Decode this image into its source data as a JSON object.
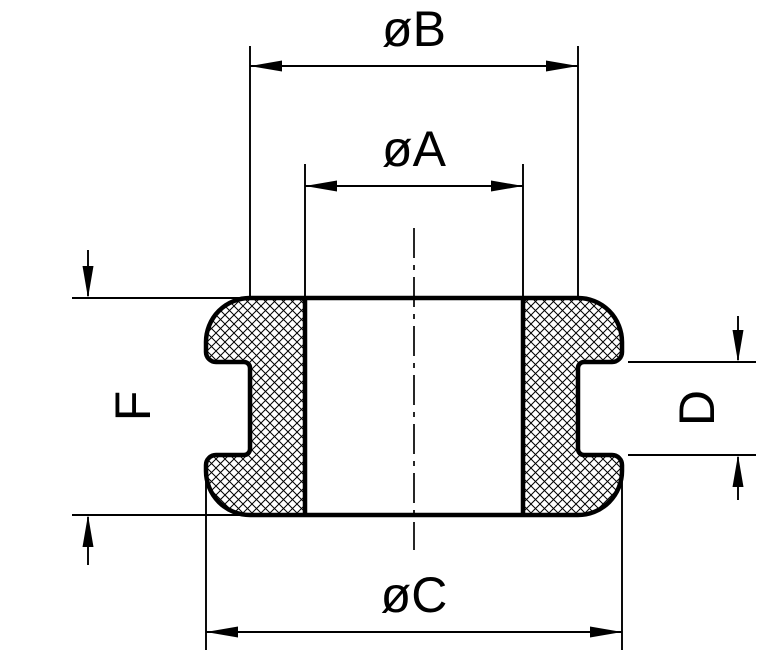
{
  "drawing": {
    "background_color": "#ffffff",
    "line_color": "#000000",
    "labels": {
      "dim_b": "øB",
      "dim_a": "øA",
      "dim_c": "øC",
      "dim_f": "F",
      "dim_d": "D"
    }
  }
}
